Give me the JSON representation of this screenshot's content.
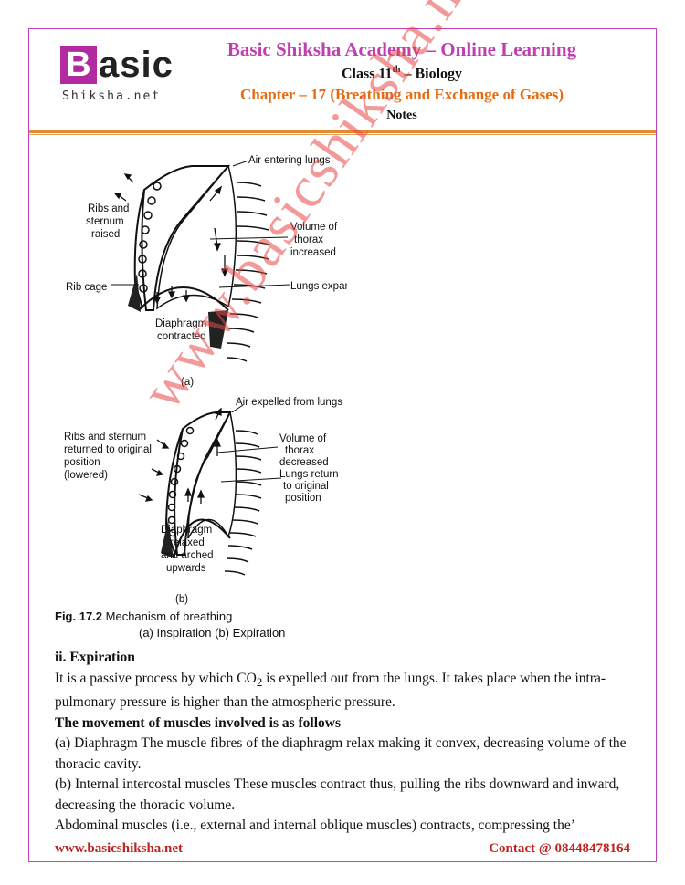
{
  "logo": {
    "big_letter": "B",
    "rest": "asic",
    "sub": "Shiksha.net"
  },
  "header": {
    "title": "Basic Shiksha Academy – Online Learning",
    "class_label": "Class 11",
    "class_sup": "th",
    "class_subject": " – Biology",
    "chapter": "Chapter – 17 (Breathing and Exchange of Gases)",
    "notes": "Notes"
  },
  "figure": {
    "a": {
      "air_in": "Air entering lungs",
      "ribs_l1": "Ribs and",
      "ribs_l2": "sternum",
      "ribs_l3": "raised",
      "vol_l1": "Volume of",
      "vol_l2": "thorax",
      "vol_l3": "increased",
      "rib_cage": "Rib cage",
      "lungs": "Lungs expanded",
      "diaph_l1": "Diaphragm",
      "diaph_l2": "contracted",
      "tag": "(a)"
    },
    "b": {
      "air_out": "Air expelled from lungs",
      "ribs_l1": "Ribs and sternum",
      "ribs_l2": "returned to original",
      "ribs_l3": "position",
      "ribs_l4": "(lowered)",
      "vol_l1": "Volume of",
      "vol_l2": "thorax",
      "vol_l3": "decreased",
      "lungs_l1": "Lungs return",
      "lungs_l2": "to original",
      "lungs_l3": "position",
      "diaph_l1": "Diaphragm",
      "diaph_l2": "relaxed",
      "diaph_l3": "and arched",
      "diaph_l4": "upwards",
      "tag": "(b)"
    },
    "caption_num": "Fig. 17.2",
    "caption_title": " Mechanism of breathing",
    "caption_sub": "(a) Inspiration (b) Expiration"
  },
  "watermark": "www.basicshiksha.net",
  "text": {
    "heading": "ii. Expiration",
    "p1a": "It is a passive process by which CO",
    "p1sub": "2",
    "p1b": " is expelled out from the lungs. It takes place when the intra-pulmonary pressure is higher than the atmospheric pressure.",
    "heading2": "The movement of muscles involved is as follows",
    "p2": "(a) Diaphragm The muscle fibres of the diaphragm relax making it convex, decreasing volume of the thoracic cavity.",
    "p3": "(b) Internal intercostal muscles These muscles contract thus, pulling the ribs downward and inward, decreasing the thoracic volume.",
    "p4": "Abdominal muscles (i.e., external and internal oblique muscles) contracts, compressing the’"
  },
  "footer": {
    "website": "www.basicshiksha.net",
    "contact": "Contact @  08448478164"
  },
  "colors": {
    "brand_purple": "#c03fb0",
    "chapter_orange": "#e86a10",
    "footer_red": "#c0201b",
    "watermark": "#e84646"
  }
}
